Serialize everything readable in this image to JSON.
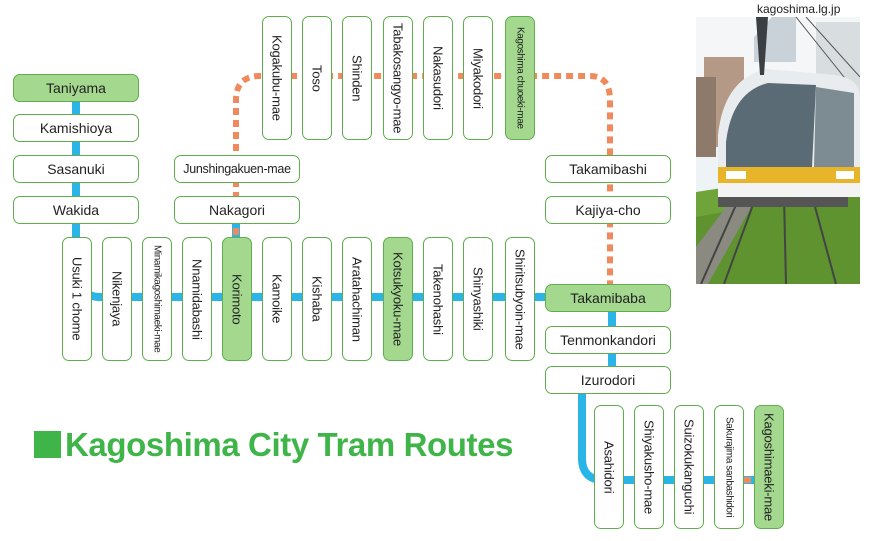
{
  "colors": {
    "blue_line": "#2ab5e6",
    "orange_line": "#f08a5d",
    "station_border": "#5fae4e",
    "highlight_fill": "#a4d88f",
    "title_green": "#3fb549"
  },
  "source_credit": "kagoshima.lg.jp",
  "title": "Kagoshima City Tram Routes",
  "stations": {
    "taniyama": "Taniyama",
    "kamishioya": "Kamishioya",
    "sasanuki": "Sasanuki",
    "wakida": "Wakida",
    "usuki": "Usuki 1 chome",
    "nikenjaya": "Nikenjaya",
    "minamikagoshima": "Minamikagoshimaeki-mae",
    "nnamidabashi": "Nnamidabashi",
    "korimoto": "Korimoto",
    "kamoike": "Kamoike",
    "kishaba": "Kishaba",
    "aratahachiman": "Aratahachiman",
    "kotsukyoku": "Kotsukyoku-mae",
    "takenohashi": "Takenohashi",
    "shinyashiki": "Shinyashiki",
    "shiritsubyoin": "Shiritsubyoin-mae",
    "takamibaba": "Takamibaba",
    "tenmonkandori": "Tenmonkandori",
    "izurodori": "Izurodori",
    "asahidori": "Asahidori",
    "shiyakusho": "Shiyakusho-mae",
    "suizokukanguchi": "Suizokukanguchi",
    "sakurajima": "Sakurajima sanbashidori",
    "kagoshimaeki": "Kagoshimaeki-mae",
    "junshin": "Junshingakuen-mae",
    "nakagori": "Nakagori",
    "kogakubu": "Kogakubu-mae",
    "toso": "Toso",
    "shinden": "Shinden",
    "tabakosangyo": "Tabakosangyo-mae",
    "nakasudori": "Nakasudori",
    "miyakodori": "Miyakodori",
    "chuoeki": "Kagoshima chuoeki-mae",
    "takamibashi": "Takamibashi",
    "kajiyacho": "Kajiya-cho"
  }
}
